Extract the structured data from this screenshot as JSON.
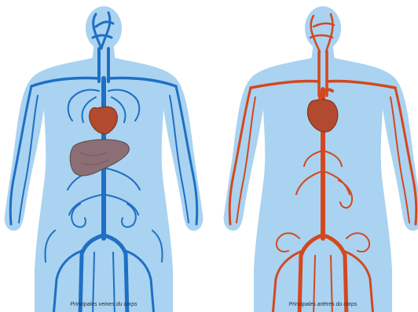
{
  "captions": {
    "left": "Principales veines du corps",
    "right": "Principales artères du corps"
  },
  "colors": {
    "background": "#ffffff",
    "body_fill": "#a9d3f0",
    "body_fill_light": "#c4e2f6",
    "vein": "#1f6fc4",
    "artery": "#d4471f",
    "heart": "#b14a2e",
    "liver": "#8c6f75"
  },
  "figures": [
    {
      "id": "veins",
      "vessel_color": "vein",
      "organs": [
        "heart-icon",
        "liver-icon"
      ]
    },
    {
      "id": "arteries",
      "vessel_color": "artery",
      "organs": [
        "heart-icon"
      ]
    }
  ]
}
